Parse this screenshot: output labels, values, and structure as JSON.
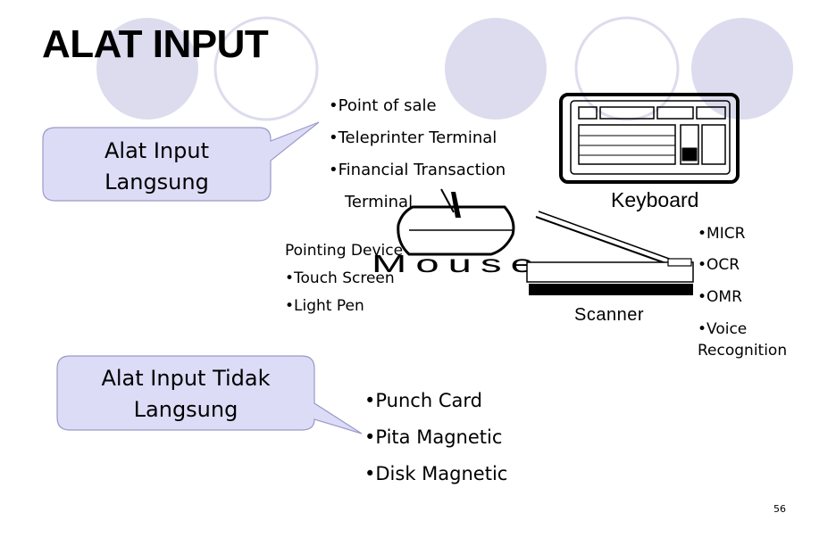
{
  "slide": {
    "title": "ALAT INPUT",
    "page_number": "56"
  },
  "callouts": {
    "direct": {
      "line1": "Alat Input",
      "line2": "Langsung"
    },
    "indirect": {
      "line1": "Alat Input Tidak",
      "line2": "Langsung"
    }
  },
  "direct_items": {
    "item1": "•Point of sale",
    "item2": "•Teleprinter Terminal",
    "item3": "•Financial Transaction",
    "item3_cont": "Terminal"
  },
  "pointing": {
    "heading": "Pointing Device",
    "item1": "•Touch Screen",
    "item2": "•Light Pen"
  },
  "scanner_items": {
    "item1": "•MICR",
    "item2": "•OCR",
    "item3": "•OMR",
    "item4_line1": "•Voice",
    "item4_line2": "Recognition"
  },
  "indirect_items": {
    "item1": "•Punch Card",
    "item2": "•Pita Magnetic",
    "item3": "•Disk Magnetic"
  },
  "illustration_labels": {
    "keyboard": "Keyboard",
    "mouse": "Mouse",
    "scanner": "Scanner"
  },
  "colors": {
    "circle_fill": "#dcdcee",
    "callout_fill": "#dcdcf7",
    "callout_border": "#9a9ac8"
  }
}
